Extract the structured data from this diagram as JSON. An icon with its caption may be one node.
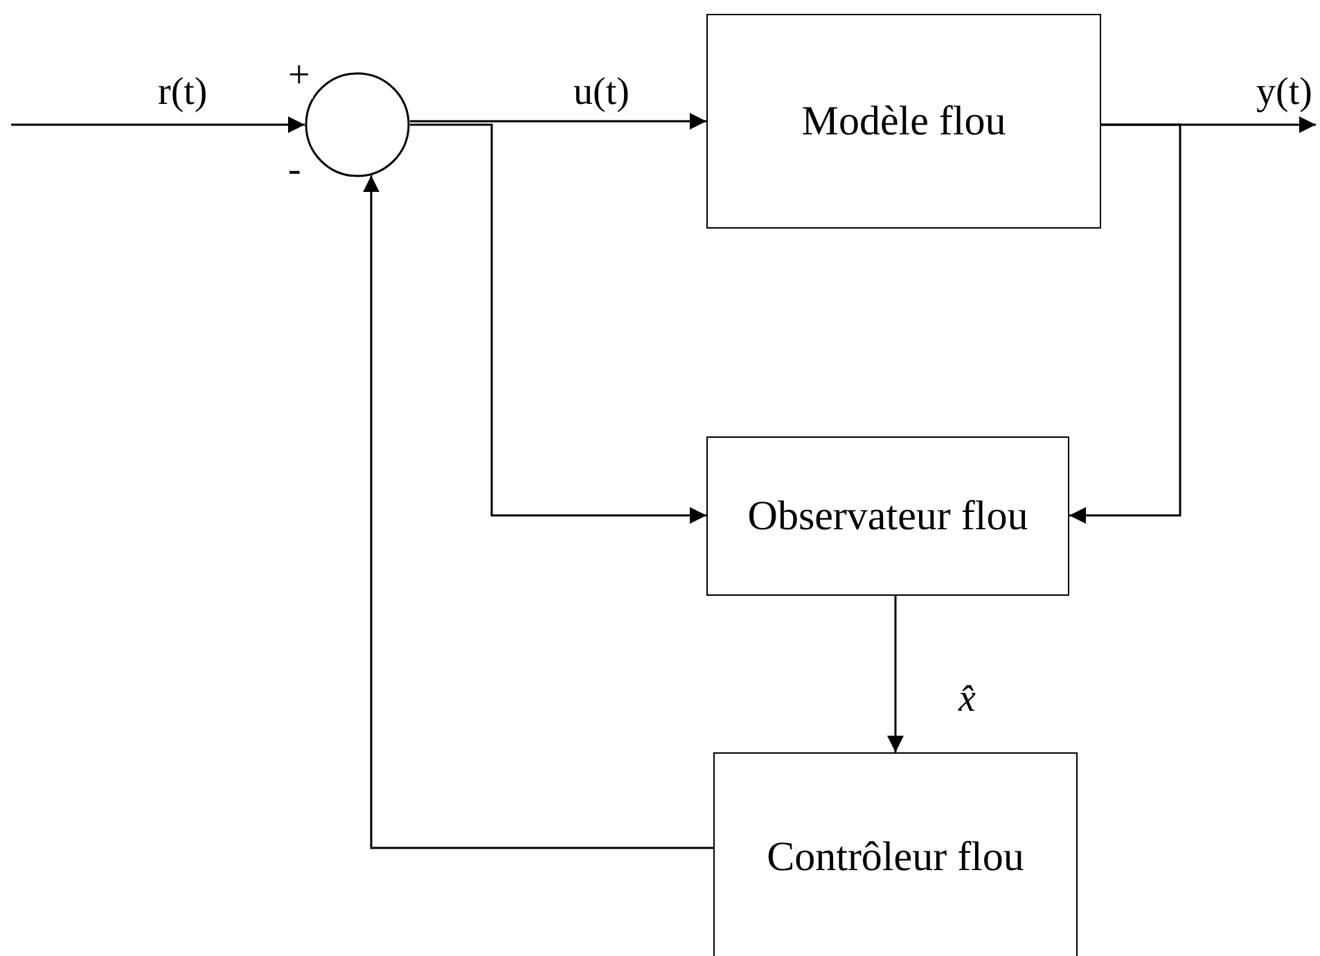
{
  "diagram": {
    "nodes": [
      {
        "text": [],
        "shape": "circle"
      },
      {
        "text": [
          "Modèle flou"
        ]
      },
      {
        "text": [
          "Observateur flou"
        ]
      },
      {
        "text": [
          "Contrôleur flou"
        ]
      }
    ],
    "edges": [
      {
        "from": null,
        "to": 0,
        "arrow": "to",
        "label": "r(t)"
      },
      {
        "from": 0,
        "to": 1,
        "arrow": "to",
        "label": "u(t)"
      },
      {
        "from": 0,
        "to": 2,
        "arrow": "to"
      },
      {
        "from": 1,
        "to": null,
        "arrow": "to",
        "label": "y(t)"
      },
      {
        "from": 1,
        "to": 2,
        "arrow": "to"
      },
      {
        "from": 2,
        "to": 3,
        "arrow": "to",
        "label": "*x̂*"
      },
      {
        "from": 3,
        "to": 0,
        "arrow": "to"
      }
    ],
    "labels": [
      "+",
      "-"
    ]
  }
}
